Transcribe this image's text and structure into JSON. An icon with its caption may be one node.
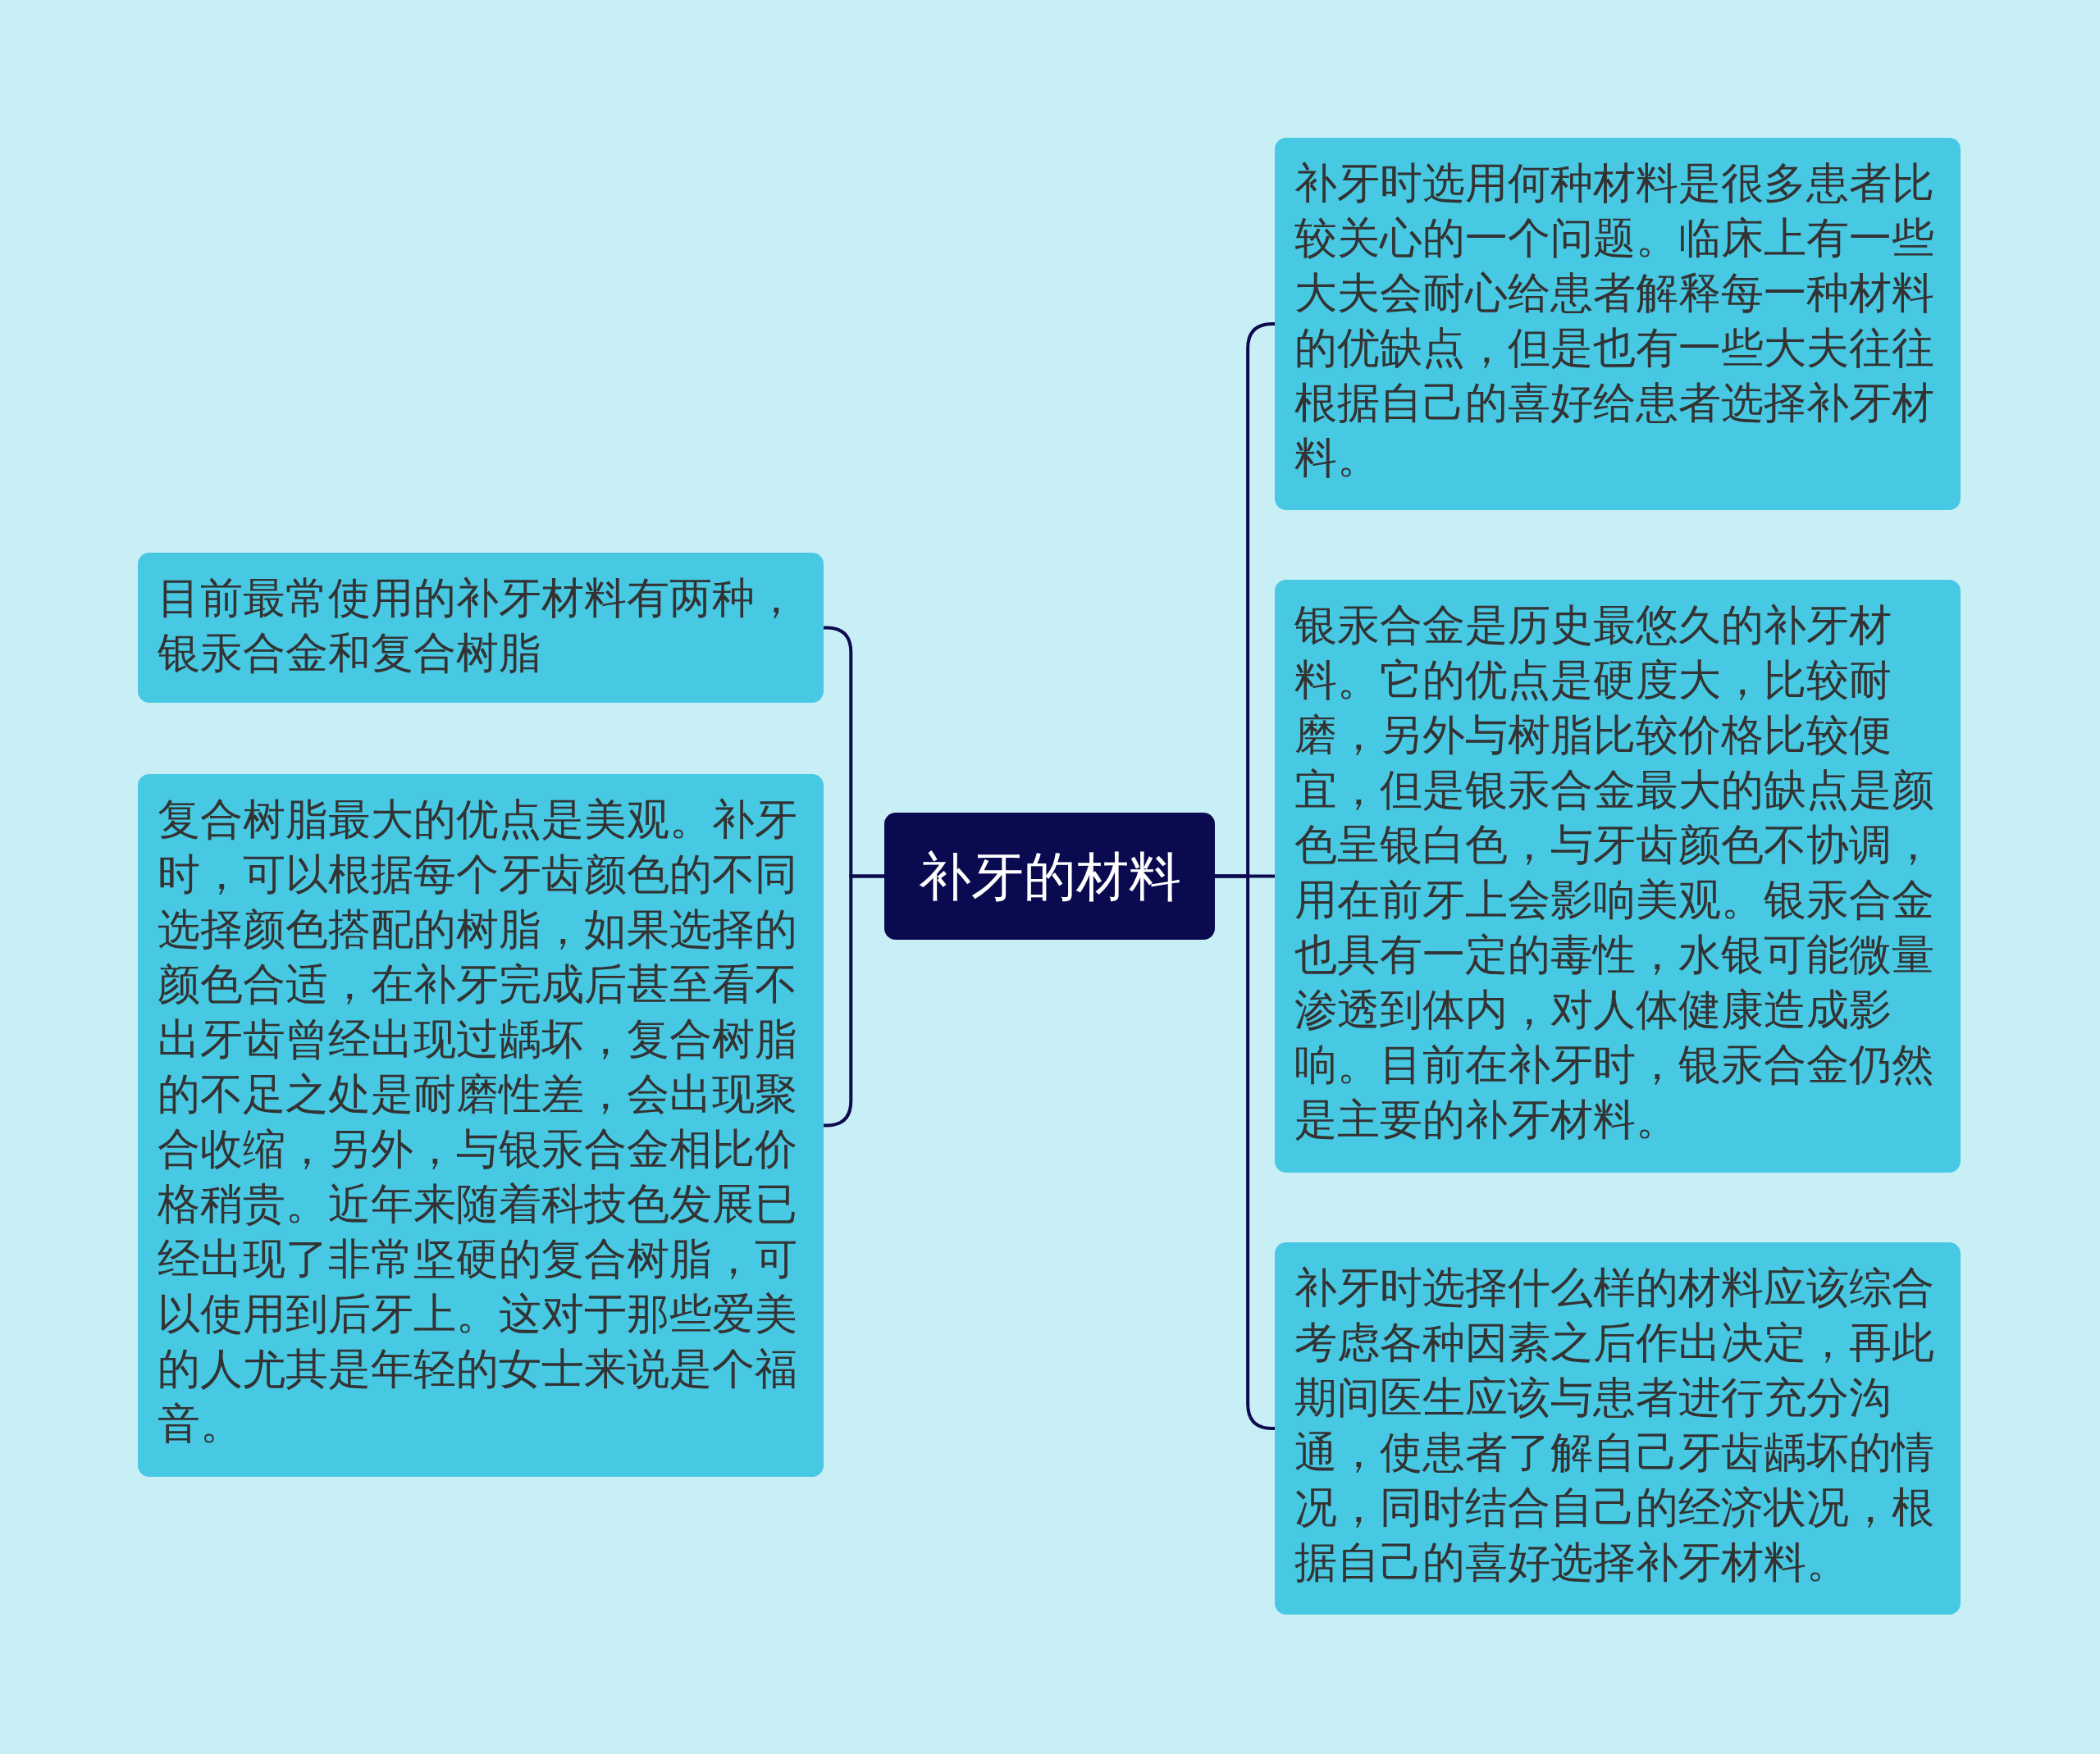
{
  "diagram": {
    "nodes": [
      {
        "text": [
          "补牙的材料"
        ]
      },
      {
        "text": [
          "目前最常使用的补牙材料有两种，银汞合金和复合树脂"
        ]
      },
      {
        "text": [
          "复合树脂最大的优点是美观。补牙时，可以根据每个牙齿颜色的不同选择颜色搭配的树脂，如果选择的颜色合适，在补牙完成后甚至看不出牙齿曾经出现过龋坏，复合树脂的不足之处是耐磨性差，会出现聚合收缩，另外，与银汞合金相比价格稍贵。近年来随着科技色发展已经出现了非常坚硬的复合树脂，可以使用到后牙上。这对于那些爱美的人尤其是年轻的女士来说是个福音。"
        ]
      },
      {
        "text": [
          "补牙时选用何种材料是很多患者比较关心的一个问题。临床上有一些大夫会耐心给患者解释每一种材料的优缺点，但是也有一些大夫往往根据自己的喜好给患者选择补牙材料。"
        ]
      },
      {
        "text": [
          "银汞合金是历史最悠久的补牙材料。它的优点是硬度大，比较耐磨，另外与树脂比较价格比较便宜，但是银汞合金最大的缺点是颜色呈银白色，与牙齿颜色不协调，用在前牙上会影响美观。银汞合金也具有一定的毒性，水银可能微量渗透到体内，对人体健康造成影响。目前在补牙时，银汞合金仍然是主要的补牙材料。"
        ]
      },
      {
        "text": [
          "补牙时选择什么样的材料应该综合考虑各种因素之后作出决定，再此期间医生应该与患者进行充分沟通，使患者了解自己牙齿龋坏的情况，同时结合自己的经济状况，根据自己的喜好选择补牙材料。"
        ]
      }
    ],
    "edges": [
      {
        "from": 0,
        "to": 1,
        "arrow": "none"
      },
      {
        "from": 0,
        "to": 2,
        "arrow": "none"
      },
      {
        "from": 0,
        "to": 3,
        "arrow": "none"
      },
      {
        "from": 0,
        "to": 4,
        "arrow": "none"
      },
      {
        "from": 0,
        "to": 5,
        "arrow": "none"
      }
    ]
  }
}
